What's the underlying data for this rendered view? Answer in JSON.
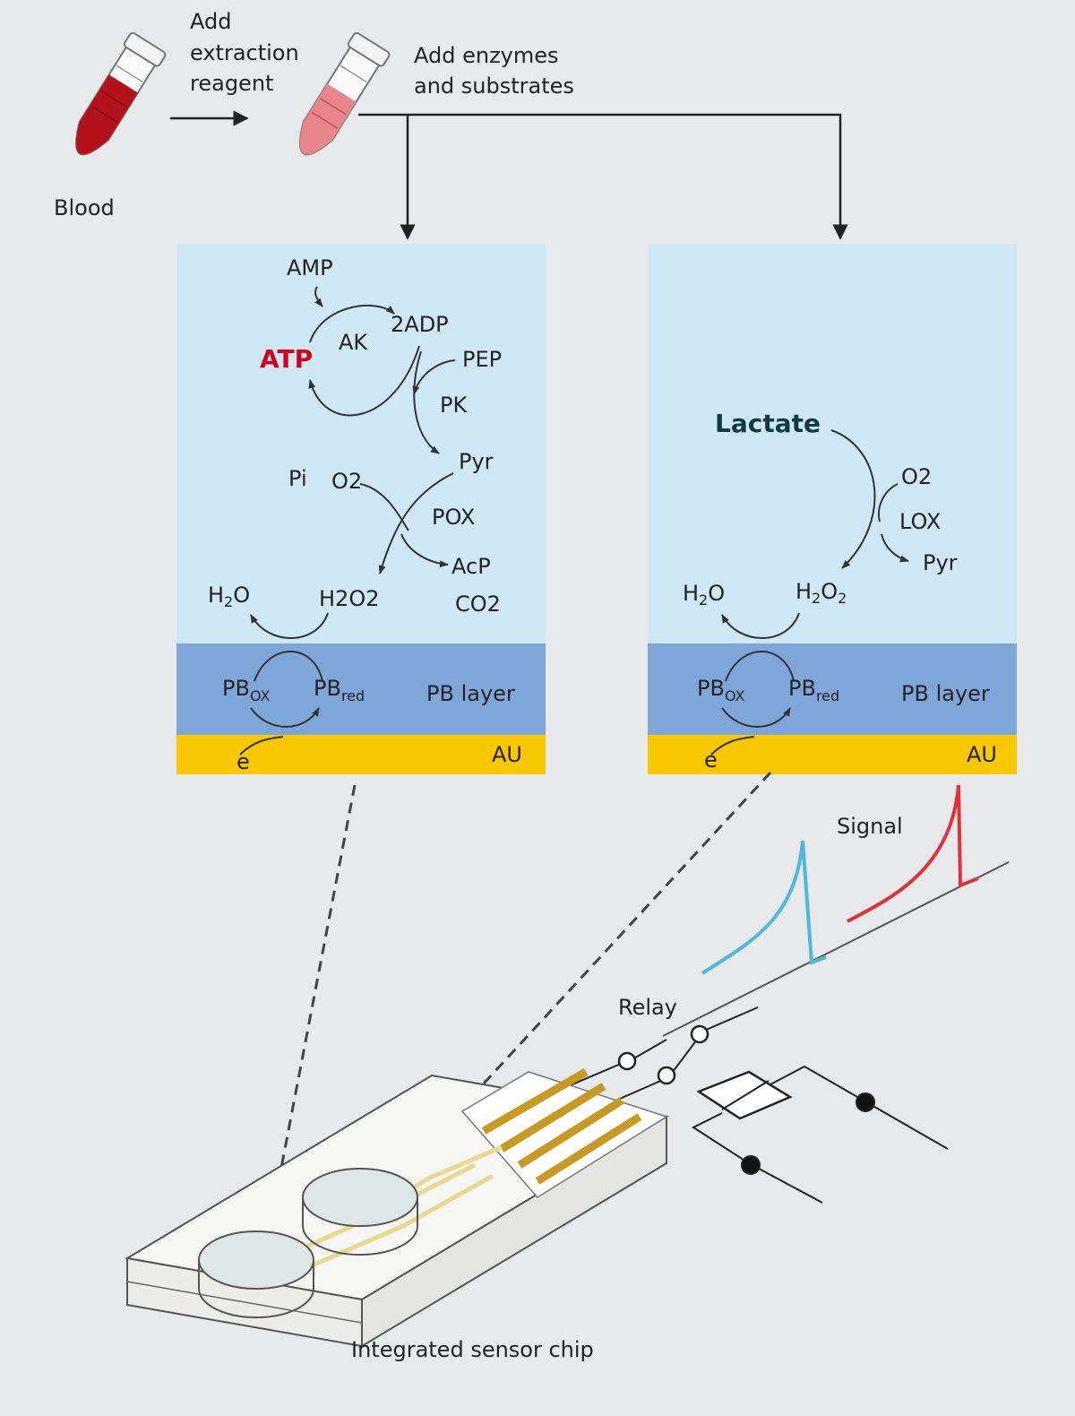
{
  "steps": {
    "blood": "Blood",
    "extraction": [
      "Add",
      "extraction",
      "reagent"
    ],
    "enzymes": [
      "Add enzymes",
      "and substrates"
    ]
  },
  "atp_panel": {
    "amp": "AMP",
    "atp": "ATP",
    "ak": "AK",
    "adp": "2ADP",
    "pep": "PEP",
    "pk": "PK",
    "pyr": "Pyr",
    "pi": "Pi",
    "o2": "O2",
    "pox": "POX",
    "acp": "AcP",
    "co2": "CO2",
    "h2o": {
      "main": "H",
      "sub": "2",
      "tail": "O"
    },
    "h2o2": "H2O2",
    "pbox": {
      "main": "PB",
      "sub": "OX"
    },
    "pbred": {
      "main": "PB",
      "sub": "red"
    },
    "pb_layer": "PB layer",
    "electron": "e",
    "au": "AU"
  },
  "lactate_panel": {
    "lactate": "Lactate",
    "o2": "O2",
    "lox": "LOX",
    "pyr": "Pyr",
    "h2o": {
      "main": "H",
      "sub": "2",
      "tail": "O"
    },
    "h2o2": {
      "main": "H",
      "sub": "2",
      "mid": "O",
      "sub2": "2"
    },
    "pbox": {
      "main": "PB",
      "sub": "OX"
    },
    "pbred": {
      "main": "PB",
      "sub": "red"
    },
    "pb_layer": "PB layer",
    "electron": "e",
    "au": "AU"
  },
  "hardware": {
    "signal": "Signal",
    "relay": "Relay",
    "chip": "Integrated sensor chip"
  },
  "colors": {
    "solution": "#cfe8f6",
    "pb_layer": "#7ea6d8",
    "au_layer": "#f9c800",
    "atp_red": "#d0021b",
    "lactate_dark": "#0e3b43",
    "signal_blue": "#4fb8dc",
    "signal_red": "#e0323a",
    "blood": "#b3121d",
    "diluted": "#e07a80"
  }
}
